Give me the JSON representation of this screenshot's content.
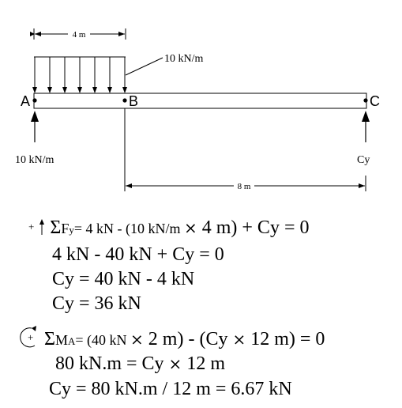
{
  "diagram": {
    "dim_top": "4 m",
    "dim_bottom": "8 m",
    "load_label": "10 kN/m",
    "point_a": "A",
    "point_b": "B",
    "point_c": "C",
    "reaction_a": "10 kN/m",
    "reaction_c": "Cy"
  },
  "eq1": {
    "sign_plus": "+",
    "sigma": "Σ",
    "f": "F",
    "f_sub": "y",
    "lhs": "= 4 kN - (10 kN/m ",
    "times": "×",
    "rest": " 4 m) + Cy = 0"
  },
  "eq2": "4 kN - 40 kN + Cy = 0",
  "eq3": "Cy = 40 kN - 4 kN",
  "eq4": "Cy = 36 kN",
  "eq5": {
    "sign_plus": "+",
    "sigma": "Σ",
    "m": "M",
    "m_sub": "A",
    "p1": "= (40 kN ",
    "times1": "×",
    "p2": " 2 m) - (Cy ",
    "times2": "×",
    "p3": " 12 m) = 0"
  },
  "eq6": {
    "p1": "80 kN.m = Cy ",
    "times": "×",
    "p2": " 12 m"
  },
  "eq7": "Cy = 80 kN.m / 12 m = 6.67 kN"
}
